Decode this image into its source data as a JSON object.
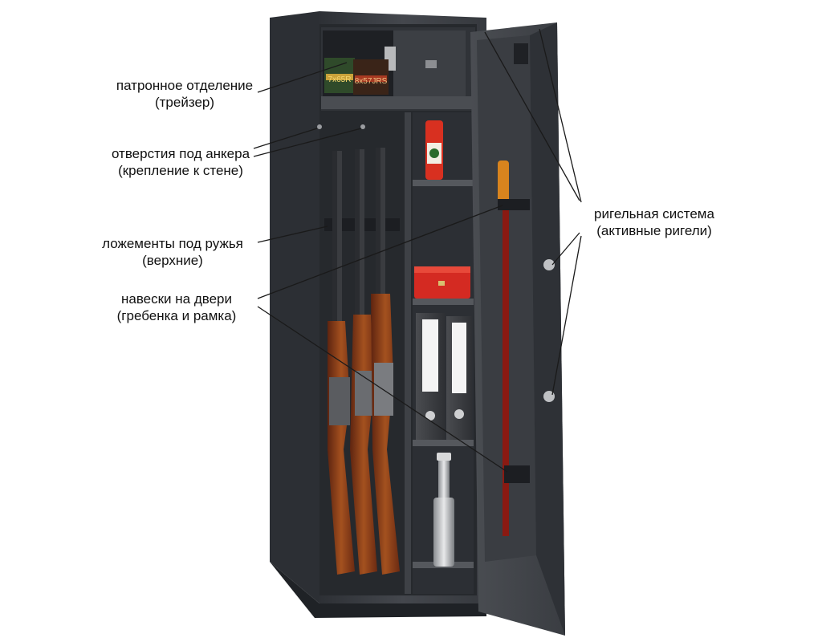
{
  "labels": {
    "cartridge_compartment": {
      "line1": "патронное отделение",
      "line2": "(трейзер)"
    },
    "anchor_holes": {
      "line1": "отверстия под анкера",
      "line2": "(крепление к стене)"
    },
    "gun_rests": {
      "line1": "ложементы под ружья",
      "line2": "(верхние)"
    },
    "door_hangers": {
      "line1": "навески на двери",
      "line2": "(гребенка и рамка)"
    },
    "bolt_system": {
      "line1": "ригельная система",
      "line2": "(активные ригели)"
    }
  },
  "box_labels": {
    "box1": "7x65R",
    "box2": "8x57JRS"
  },
  "colors": {
    "body": "#3a3d42",
    "interior": "#2b2e33",
    "door": "#44474c",
    "wood": "#8b3a1a",
    "red": "#c8221a",
    "leader": "#1a1a1a"
  }
}
